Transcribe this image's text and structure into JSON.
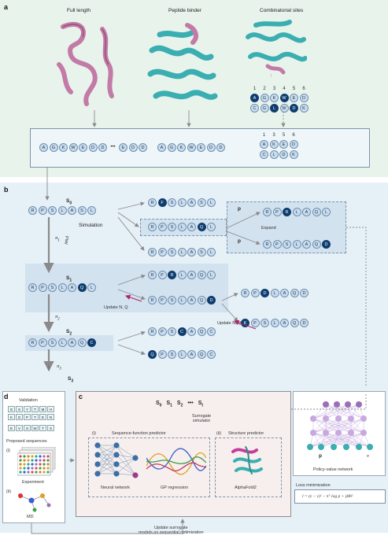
{
  "panel_a": {
    "label": "a",
    "headers": [
      "Full length",
      "Peptide binder",
      "Combinatorial sites"
    ],
    "site_numbers": [
      "1",
      "2",
      "3",
      "4",
      "5",
      "6"
    ],
    "site_grid": [
      [
        "A",
        "G",
        "K",
        "W",
        "E",
        "D"
      ],
      [
        "C",
        "G",
        "L",
        "W",
        "D",
        "K"
      ]
    ],
    "full_seq": [
      "A",
      "G",
      "K",
      "W",
      "E",
      "D",
      "D"
    ],
    "full_tail": [
      "E",
      "D",
      "D"
    ],
    "binder_seq": [
      "A",
      "G",
      "K",
      "W",
      "E",
      "D",
      "D"
    ],
    "combo_numbers": [
      "1",
      "3",
      "5",
      "6"
    ],
    "combo_grid": [
      [
        "A",
        "K",
        "E",
        "D"
      ],
      [
        "C",
        "L",
        "D",
        "K"
      ]
    ],
    "ellipsis": "•••"
  },
  "panel_b": {
    "label": "b",
    "s0": "S",
    "s0_sub": "0",
    "simulation": "Simulation",
    "play": "Play",
    "pi1": "π",
    "pi1_sub": "1",
    "pi2": "π",
    "pi2_sub": "2",
    "pi3": "π",
    "pi3_sub": "3",
    "expand": "Expand",
    "p": "p",
    "update": "Update N, Q",
    "s1": "S",
    "s1_sub": "1",
    "s2": "S",
    "s2_sub": "2",
    "s3": "S",
    "s3_sub": "3",
    "row0": [
      "R",
      "P",
      "S",
      "L",
      "A",
      "S",
      "L"
    ],
    "r_a": [
      "R",
      "F",
      "S",
      "L",
      "A",
      "S",
      "L"
    ],
    "r_sel": [
      "R",
      "P",
      "S",
      "L",
      "A",
      "Q",
      "L"
    ],
    "r_bot": [
      "R",
      "P",
      "S",
      "L",
      "A",
      "S",
      "L"
    ],
    "ex1": [
      "R",
      "P",
      "R",
      "L",
      "A",
      "Q",
      "L"
    ],
    "ex2": [
      "R",
      "P",
      "S",
      "L",
      "A",
      "Q",
      "D"
    ],
    "s1_seq": [
      "R",
      "P",
      "S",
      "L",
      "A",
      "Q",
      "L"
    ],
    "s1_c1": [
      "R",
      "P",
      "R",
      "L",
      "A",
      "Q",
      "L"
    ],
    "s1_c2": [
      "R",
      "P",
      "S",
      "L",
      "A",
      "Q",
      "D"
    ],
    "r2_top": [
      "R",
      "P",
      "D",
      "L",
      "A",
      "Q",
      "D"
    ],
    "r2_bot": [
      "K",
      "P",
      "S",
      "L",
      "A",
      "Q",
      "D"
    ],
    "s2_seq": [
      "R",
      "P",
      "S",
      "L",
      "A",
      "Q",
      "C"
    ],
    "s2_c1": [
      "R",
      "P",
      "S",
      "C",
      "A",
      "Q",
      "C"
    ],
    "s2_c2": [
      "Q",
      "P",
      "S",
      "L",
      "A",
      "Q",
      "C"
    ]
  },
  "panel_c": {
    "label": "c",
    "states": [
      "S",
      "S",
      "S",
      "•••",
      "S"
    ],
    "state_subs": [
      "0",
      "1",
      "2",
      "",
      "t"
    ],
    "surrogate": "Surrogate\nsimulator",
    "seq_fn_title": "Sequence-function predictor",
    "struct_title": "Structure predictor",
    "roman_i": "(i)",
    "roman_ii": "(ii)",
    "nn": "Neural network",
    "gp": "GP regression",
    "af": "AlphaFold2"
  },
  "panel_d": {
    "label": "d",
    "validation": "Validation",
    "proposed": "Proposed sequences",
    "roman_i": "(i)",
    "experiment": "Experiment",
    "roman_ii": "(ii)",
    "md": "MD",
    "grid_rows": [
      [
        "G",
        "S",
        "Y",
        "T",
        "M",
        "H"
      ],
      [
        "K",
        "G",
        "P",
        "T",
        "E",
        "N"
      ],
      [
        "E",
        "V",
        "S",
        "W",
        "T",
        "S"
      ]
    ]
  },
  "policy": {
    "p": "p",
    "v": "v",
    "label": "Policy-value network",
    "loss_title": "Loss minimization",
    "loss_formula": "l = (z − v)² − πᵀ log p + γ‖θ‖²"
  },
  "bottom": {
    "update_surrogate": "Update surrogate\nmodels as sequential optimization"
  },
  "colors": {
    "pink": "#c37aa6",
    "teal": "#3aaeb0",
    "dark_node": "#0e3d6f",
    "light_node": "#c9ddee",
    "policy_node": "#9b6fb8"
  }
}
